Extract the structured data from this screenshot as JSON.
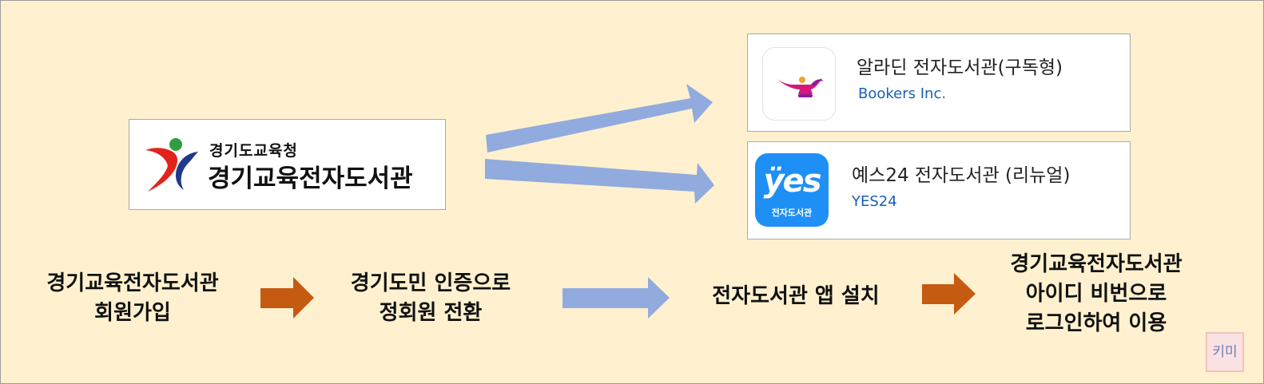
{
  "colors": {
    "background": "#FFF1CF",
    "blue_arrow": "#92ABDE",
    "orange_arrow": "#C55A11",
    "developer_text": "#1a5fb4",
    "yes_icon_bg": "#1E8FF5"
  },
  "library_logo": {
    "subtitle": "경기도교육청",
    "title": "경기교육전자도서관",
    "emblem": "gyeonggi-education-emblem"
  },
  "apps": [
    {
      "name": "알라딘 전자도서관(구독형)",
      "developer": "Bookers Inc.",
      "icon": "genie-lamp-icon"
    },
    {
      "name": "예스24 전자도서관 (리뉴얼)",
      "developer": "YES24",
      "icon": "yes-icon",
      "icon_text": "ÿes",
      "icon_subtext": "전자도서관"
    }
  ],
  "steps": [
    {
      "line1": "경기교육전자도서관",
      "line2": "회원가입"
    },
    {
      "line1": "경기도민 인증으로",
      "line2": "정회원 전환"
    },
    {
      "line1": "전자도서관 앱 설치"
    },
    {
      "line1": "경기교육전자도서관",
      "line2": "아이디 비번으로",
      "line3": "로그인하여 이용"
    }
  ],
  "badge": "키미"
}
